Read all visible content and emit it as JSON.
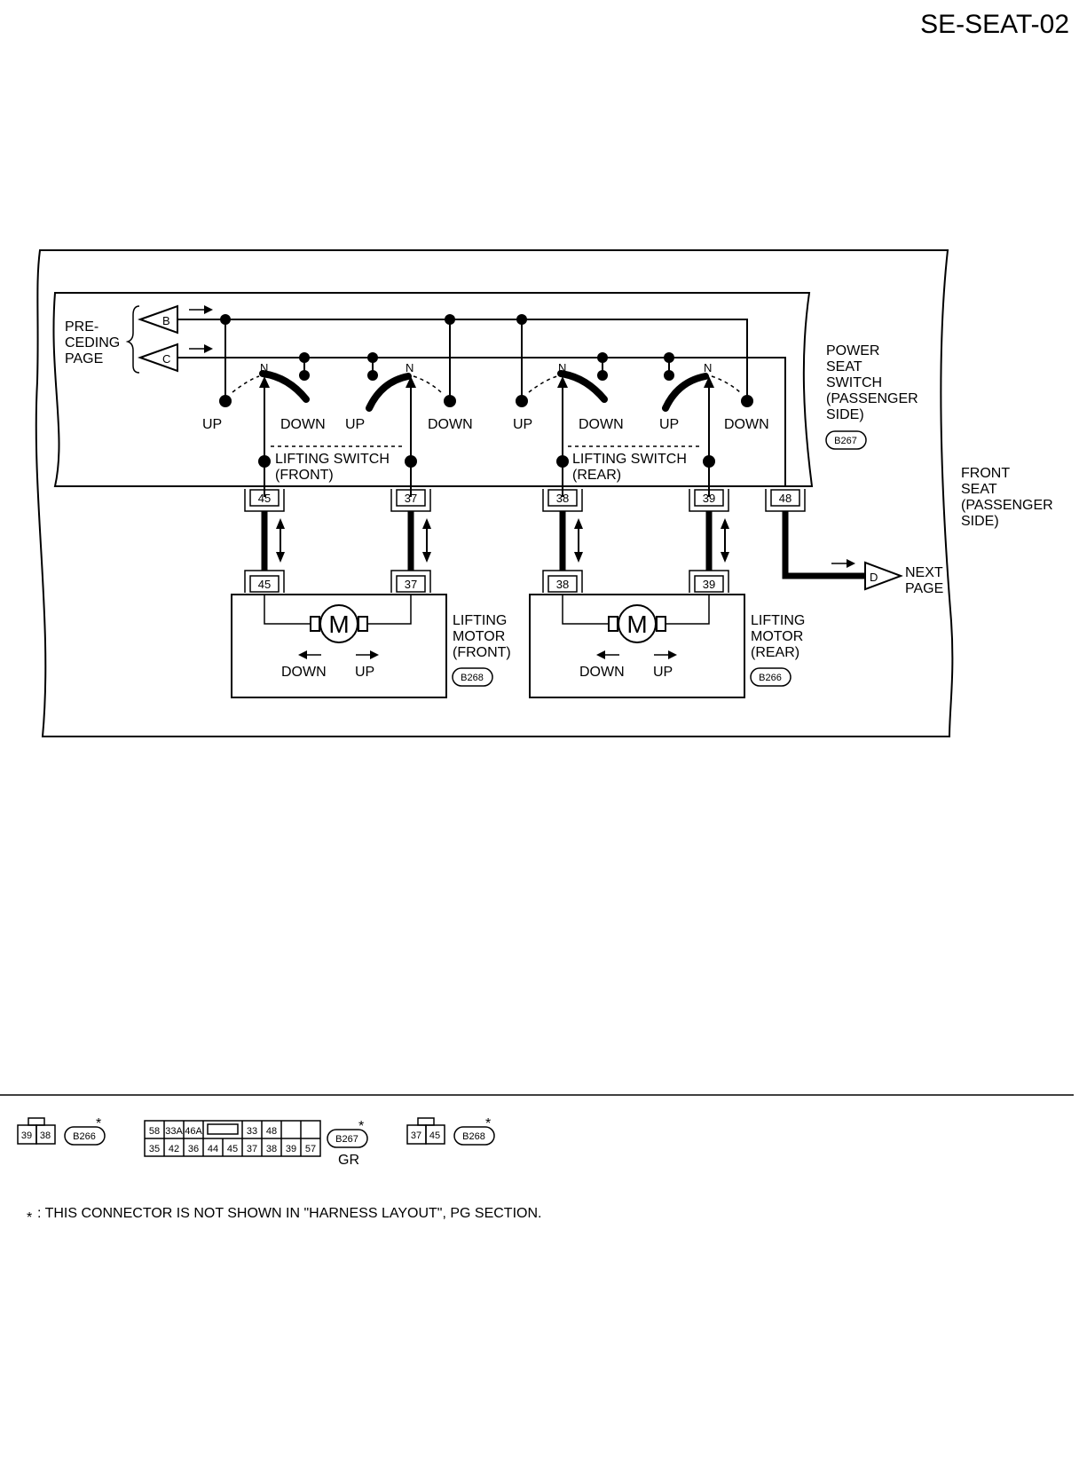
{
  "page_code": "SE-SEAT-02",
  "left_labels": {
    "preceding_page": [
      "PRE-",
      "CEDING",
      "PAGE"
    ],
    "connector_b": "B",
    "connector_c": "C",
    "connector_d": "D",
    "next_page": [
      "NEXT",
      "PAGE"
    ]
  },
  "switch": {
    "name": [
      "POWER",
      "SEAT",
      "SWITCH",
      "(PASSENGER",
      " SIDE)"
    ],
    "connector": "B267",
    "n_label": "N",
    "up_label": "UP",
    "down_label": "DOWN",
    "lifting_front": [
      "LIFTING SWITCH",
      "(FRONT)"
    ],
    "lifting_rear": [
      "LIFTING SWITCH",
      "(REAR)"
    ]
  },
  "front_seat": [
    "FRONT",
    "SEAT",
    "(PASSENGER",
    " SIDE)"
  ],
  "pins": {
    "p45": "45",
    "p37": "37",
    "p38": "38",
    "p39": "39",
    "p48": "48"
  },
  "motors": {
    "front": {
      "name": [
        "LIFTING",
        "MOTOR",
        "(FRONT)"
      ],
      "connector": "B268",
      "symbol": "M",
      "down": "DOWN",
      "up": "UP"
    },
    "rear": {
      "name": [
        "LIFTING",
        "MOTOR",
        "(REAR)"
      ],
      "connector": "B266",
      "symbol": "M",
      "down": "DOWN",
      "up": "UP"
    }
  },
  "connector_legend": {
    "b266": {
      "pins": [
        "39",
        "38"
      ],
      "name": "B266",
      "star": "*"
    },
    "b267": {
      "top": [
        "58",
        "33A",
        "46A",
        "",
        "33",
        "48",
        "",
        ""
      ],
      "bottom": [
        "35",
        "42",
        "36",
        "44",
        "45",
        "37",
        "38",
        "39",
        "57"
      ],
      "name": "B267",
      "color": "GR",
      "star": "*"
    },
    "b268": {
      "pins": [
        "37",
        "45"
      ],
      "name": "B268",
      "star": "*"
    }
  },
  "footnote": {
    "star": "*",
    "text": ": THIS CONNECTOR IS NOT SHOWN IN \"HARNESS LAYOUT\", PG SECTION."
  }
}
